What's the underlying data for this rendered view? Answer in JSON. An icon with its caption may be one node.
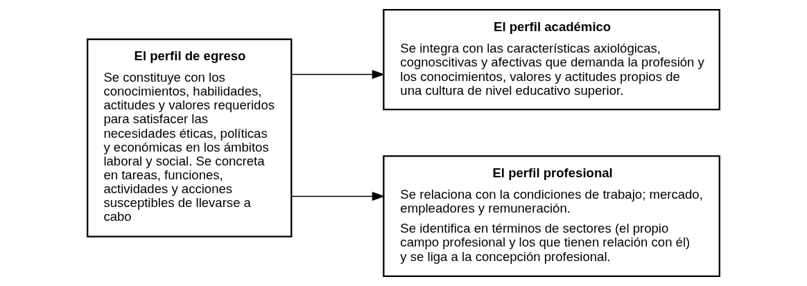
{
  "diagram": {
    "nodes": [
      {
        "text": [
          "El perfil de egreso",
          "Se constituye con los conocimientos, habilidades, actitudes y valores requeridos para satisfacer las necesidades éticas, políticas y económicas en los ámbitos laboral y social. Se concreta en tareas, funciones, actividades y acciones susceptibles de llevarse a cabo"
        ]
      },
      {
        "text": [
          "El perfil académico",
          "Se integra con las características axiológicas, cognoscitivas y afectivas que demanda la profesión y los conocimientos, valores y actitudes propios de una cultura de nivel educativo superior."
        ]
      },
      {
        "text": [
          "El perfil profesional",
          "Se relaciona con la condiciones de trabajo; mercado, empleadores y remuneración.",
          "Se identifica en términos de sectores (el propio campo profesional y los que tienen relación con él) y se liga a la concepción profesional."
        ]
      }
    ],
    "edges": [
      {
        "from": 0,
        "to": 1,
        "arrow": "to"
      },
      {
        "from": 0,
        "to": 2,
        "arrow": "to"
      }
    ]
  }
}
